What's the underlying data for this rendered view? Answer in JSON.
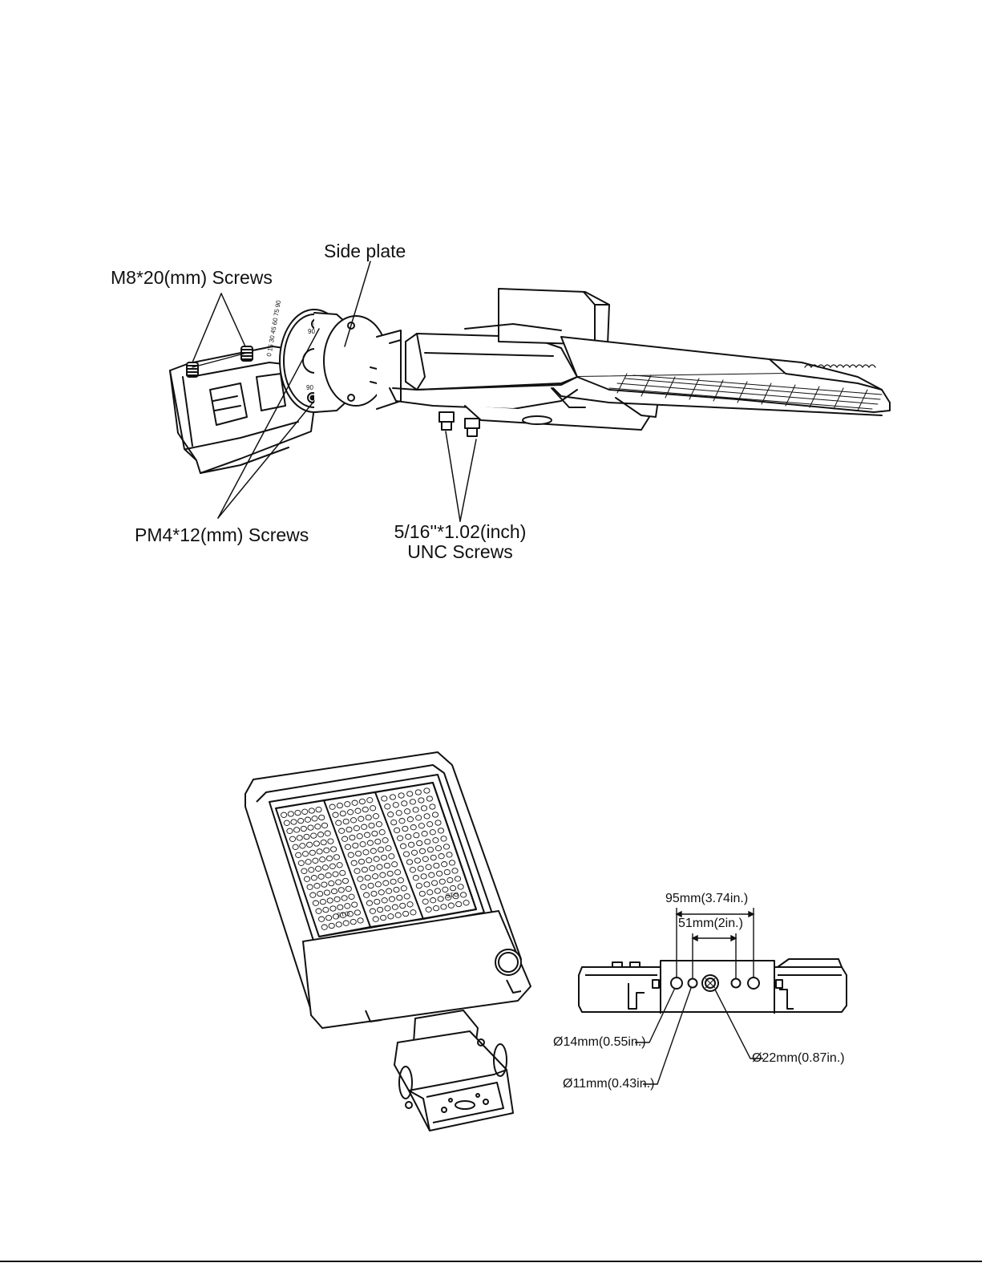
{
  "top_diagram": {
    "labels": {
      "side_plate": "Side plate",
      "m8_screws": "M8*20(mm) Screws",
      "pm4_screws": "PM4*12(mm) Screws",
      "unc_screws_line1": "5/16''*1.02(inch)",
      "unc_screws_line2": "UNC Screws"
    },
    "dial": {
      "scale_text": "0 15 30 45 60 75 90",
      "marks": [
        "90",
        "90"
      ]
    }
  },
  "bottom_diagram": {
    "module_labels": [
      "STO",
      "STO"
    ],
    "dimensions": {
      "outer_spacing": "95mm(3.74in.)",
      "inner_spacing": "51mm(2in.)",
      "hole_14": "Ø14mm(0.55in.)",
      "hole_11": "Ø11mm(0.43in.)",
      "hole_22": "Ø22mm(0.87in.)"
    }
  },
  "colors": {
    "line": "#111111",
    "fill": "#ffffff",
    "shade": "#e4e4e4"
  }
}
